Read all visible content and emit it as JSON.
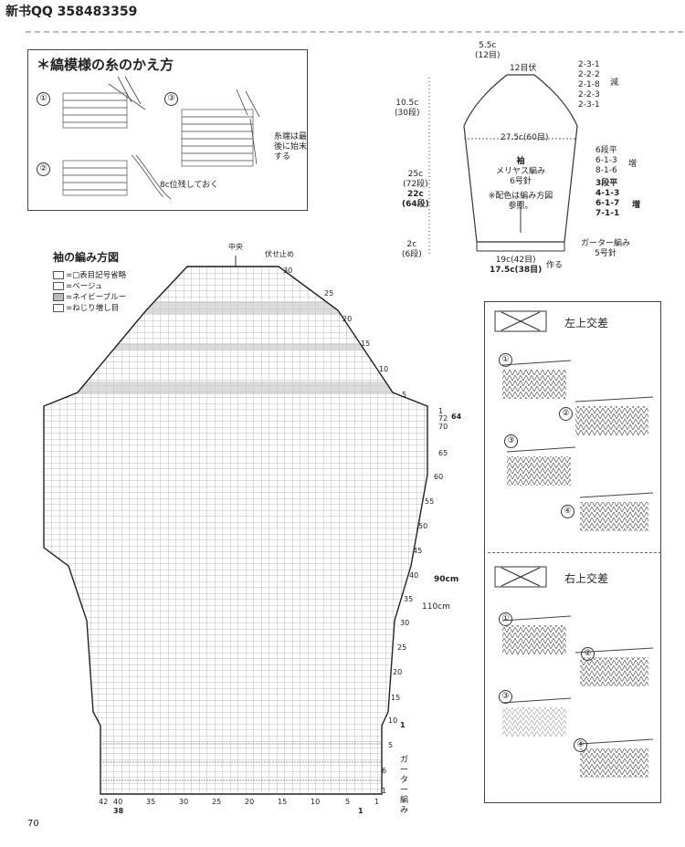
{
  "header": {
    "title": "新书QQ 358483359"
  },
  "page_number": "70",
  "yarn_change": {
    "title": "＊縞模様の糸のかえ方",
    "steps": [
      "①",
      "②",
      "③"
    ],
    "note1": "糸端は最後に始末する",
    "note2": "8c位残しておく"
  },
  "sleeve_schematic": {
    "top_width": "5.5c",
    "top_stitches": "(12目)",
    "bind_off": "12目伏",
    "dec_list": [
      "2-3-1",
      "2-2-2",
      "2-1-8",
      "2-2-3",
      "2-3-1"
    ],
    "dec_label": "減",
    "cap_height": "10.5c",
    "cap_rows": "(30段)",
    "width_mid": "27.5c(60目)",
    "body_height": "25c",
    "body_rows": "(72段)",
    "body_height2": "22c",
    "body_rows2": "(64段)",
    "cuff_height": "2c",
    "cuff_rows": "(6段)",
    "piece_name": "袖",
    "stitch": "メリヤス編み",
    "needle": "6号針",
    "note": "※配色は編み方図参照。",
    "inc_list1": [
      "6段平",
      "6-1-3",
      "8-1-6"
    ],
    "inc_label": "増",
    "inc_list2": [
      "3段平",
      "4-1-3",
      "6-1-7",
      "7-1-1"
    ],
    "cuff_stitch": "ガーター編み",
    "cuff_needle": "5号針",
    "bottom_width": "19c(42目)",
    "bottom_width2": "17.5c(38目)",
    "cast_on": "作る"
  },
  "chart": {
    "title": "袖の編み方図",
    "center_label": "中央",
    "bind_off_label": "伏せ止め",
    "legend": [
      "=□表目記号省略",
      "=ベージュ",
      "=ネイビーブルー",
      "=ねじり増し目"
    ],
    "size_90": "90cm",
    "size_110": "110cm",
    "garter_label": "ガーター編み",
    "right_rows": [
      "30",
      "25",
      "20",
      "15",
      "10",
      "5",
      "1",
      "72",
      "64",
      "70",
      "65",
      "60",
      "55",
      "50",
      "45",
      "40",
      "35",
      "30",
      "25",
      "20",
      "15",
      "10",
      "5",
      "1",
      "6",
      "1"
    ],
    "bottom_cols": [
      "42",
      "40",
      "35",
      "30",
      "25",
      "20",
      "15",
      "10",
      "5",
      "1"
    ],
    "bottom_cols2": [
      "38",
      "1"
    ]
  },
  "cables": {
    "left_title": "左上交差",
    "right_title": "右上交差",
    "steps": [
      "①",
      "②",
      "③",
      "④"
    ]
  }
}
